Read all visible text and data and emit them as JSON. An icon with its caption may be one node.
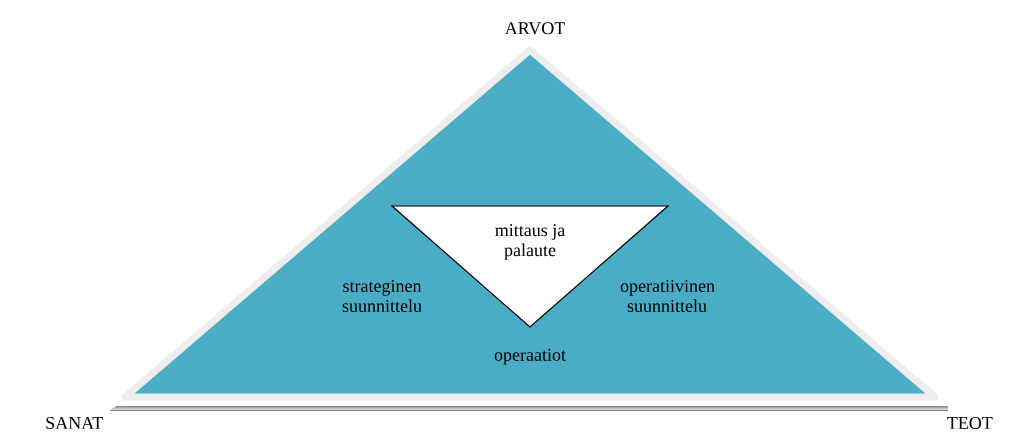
{
  "diagram": {
    "nodes": [
      {
        "text": [
          "strateginen suunnittelu",
          "operatiivinen suunnittelu",
          "operaatiot"
        ]
      },
      {
        "text": [
          "mittaus ja palaute"
        ],
        "in": 0
      }
    ],
    "labels": [
      "ARVOT",
      "SANAT",
      "TEOT"
    ]
  }
}
